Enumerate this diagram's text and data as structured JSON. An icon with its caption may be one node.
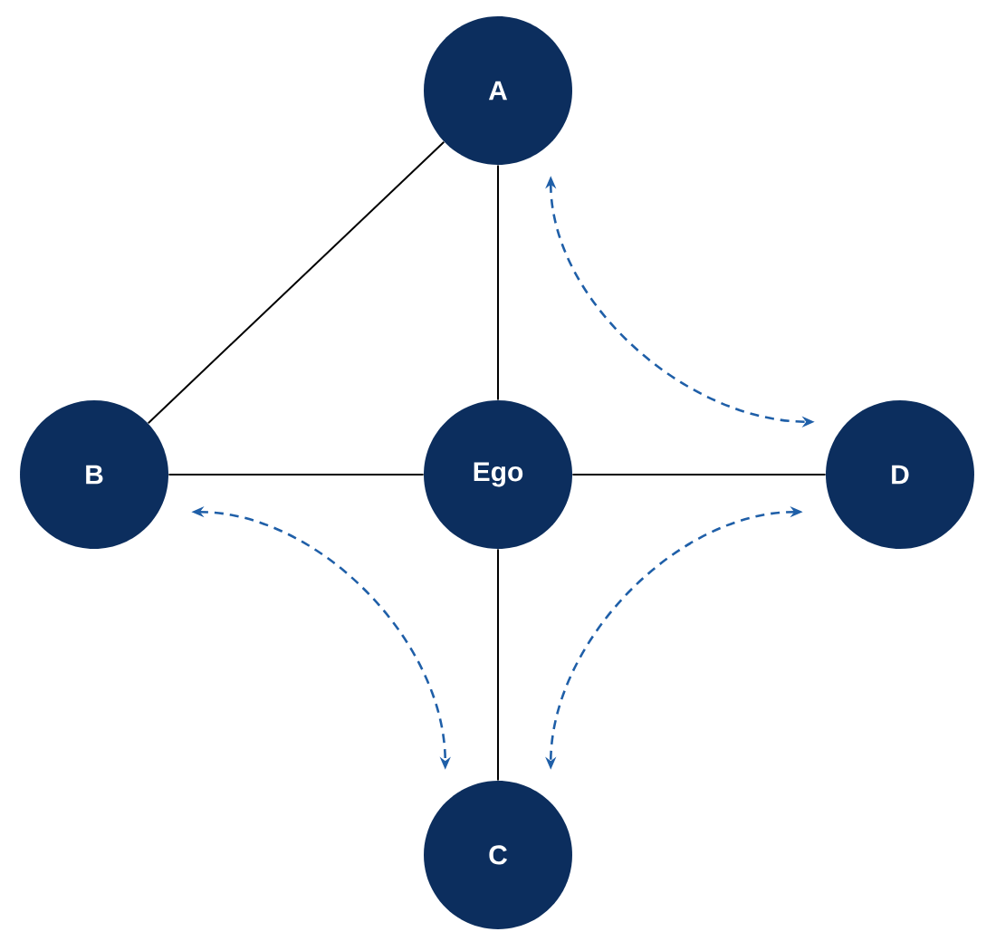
{
  "diagram": {
    "nodes": [
      {
        "text": [
          "A"
        ]
      },
      {
        "text": [
          "B"
        ]
      },
      {
        "text": [
          "Ego"
        ]
      },
      {
        "text": [
          "D"
        ]
      },
      {
        "text": [
          "C"
        ]
      }
    ],
    "edges": [
      {
        "from": 0,
        "to": 1,
        "arrow": "none"
      },
      {
        "from": 0,
        "to": 2,
        "arrow": "none"
      },
      {
        "from": 1,
        "to": 2,
        "arrow": "none"
      },
      {
        "from": 2,
        "to": 3,
        "arrow": "none"
      },
      {
        "from": 2,
        "to": 4,
        "arrow": "none"
      },
      {
        "from": 0,
        "to": 3,
        "arrow": "both",
        "style": "dashed",
        "color": "#1f5fa8"
      },
      {
        "from": 1,
        "to": 4,
        "arrow": "both",
        "style": "dashed",
        "color": "#1f5fa8"
      },
      {
        "from": 3,
        "to": 4,
        "arrow": "both",
        "style": "dashed",
        "color": "#1f5fa8"
      }
    ]
  }
}
